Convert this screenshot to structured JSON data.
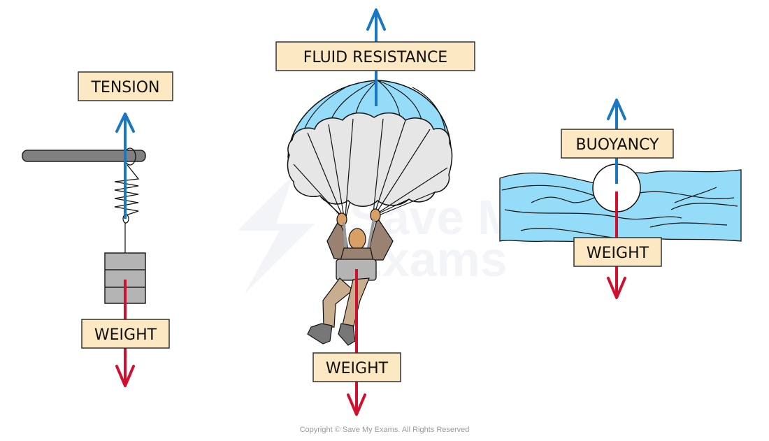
{
  "colors": {
    "upward_force": "#1a78c2",
    "downward_force": "#d0102e",
    "label_fill": "#fde8c4",
    "water": "#94dcf7",
    "canopy_blue": "#94dcf7",
    "canopy_grey": "#e6e6e6",
    "mass": "#b4b4b4",
    "bar": "#808080"
  },
  "watermark": {
    "line1": "Save My",
    "line2": "Exams"
  },
  "panels": [
    {
      "name": "spring-mass",
      "labels": {
        "up": "TENSION",
        "down": "WEIGHT"
      }
    },
    {
      "name": "parachutist",
      "labels": {
        "up": "FLUID RESISTANCE",
        "down": "WEIGHT"
      }
    },
    {
      "name": "floating-ball",
      "labels": {
        "up": "BUOYANCY",
        "down": "WEIGHT"
      }
    }
  ],
  "footer": {
    "copyright": "Copyright © Save My Exams. All Rights Reserved"
  }
}
